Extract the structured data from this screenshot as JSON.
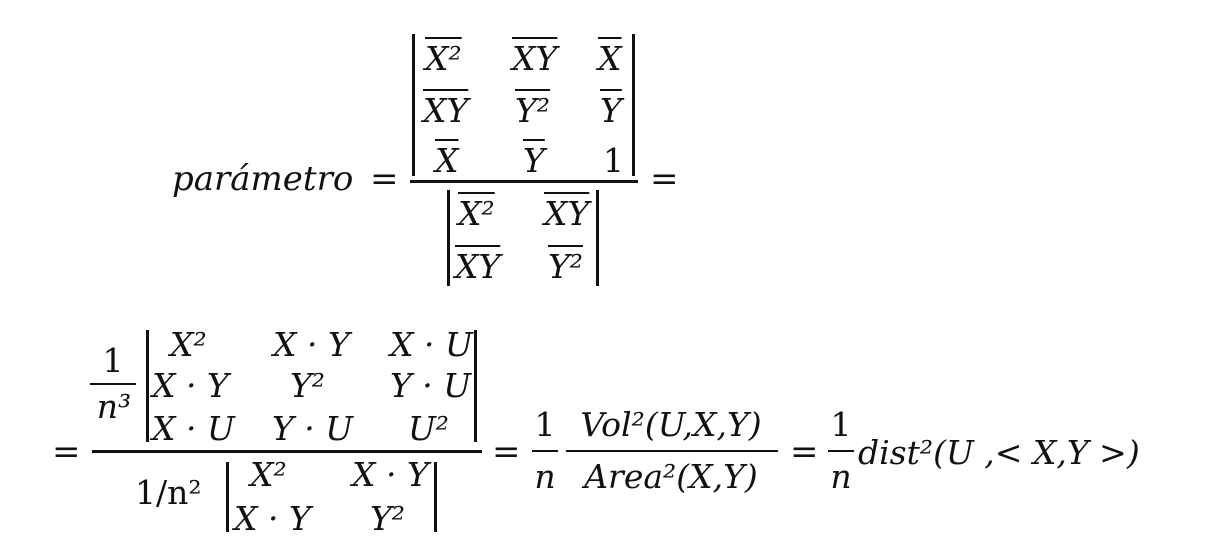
{
  "eq1": {
    "lhs": "parámetro",
    "eq": "=",
    "trail_eq": "=",
    "top_matrix": [
      [
        "X²",
        "XY",
        "X"
      ],
      [
        "XY",
        "Y²",
        "Y"
      ],
      [
        "X",
        "Y",
        "1"
      ]
    ],
    "bottom_matrix": [
      [
        "X²",
        "XY"
      ],
      [
        "XY",
        "Y²"
      ]
    ]
  },
  "eq2": {
    "lead_eq": "=",
    "coef_num": "1",
    "coef_den": "n³",
    "num_matrix": [
      [
        "X²",
        "X · Y",
        "X · U"
      ],
      [
        "X · Y",
        "Y²",
        "Y · U"
      ],
      [
        "X · U",
        "Y · U",
        "U²"
      ]
    ],
    "den_coef": "1/n²",
    "den_matrix": [
      [
        "X²",
        "X · Y"
      ],
      [
        "X · Y",
        "Y²"
      ]
    ],
    "eq_a": "=",
    "frac1_num": "1",
    "frac1_den": "n",
    "vol_num": "Vol²(U,X,Y)",
    "vol_den": "Area²(X,Y)",
    "eq_b": "=",
    "frac2_num": "1",
    "frac2_den": "n",
    "dist": "dist²(U ,< X,Y >)"
  }
}
